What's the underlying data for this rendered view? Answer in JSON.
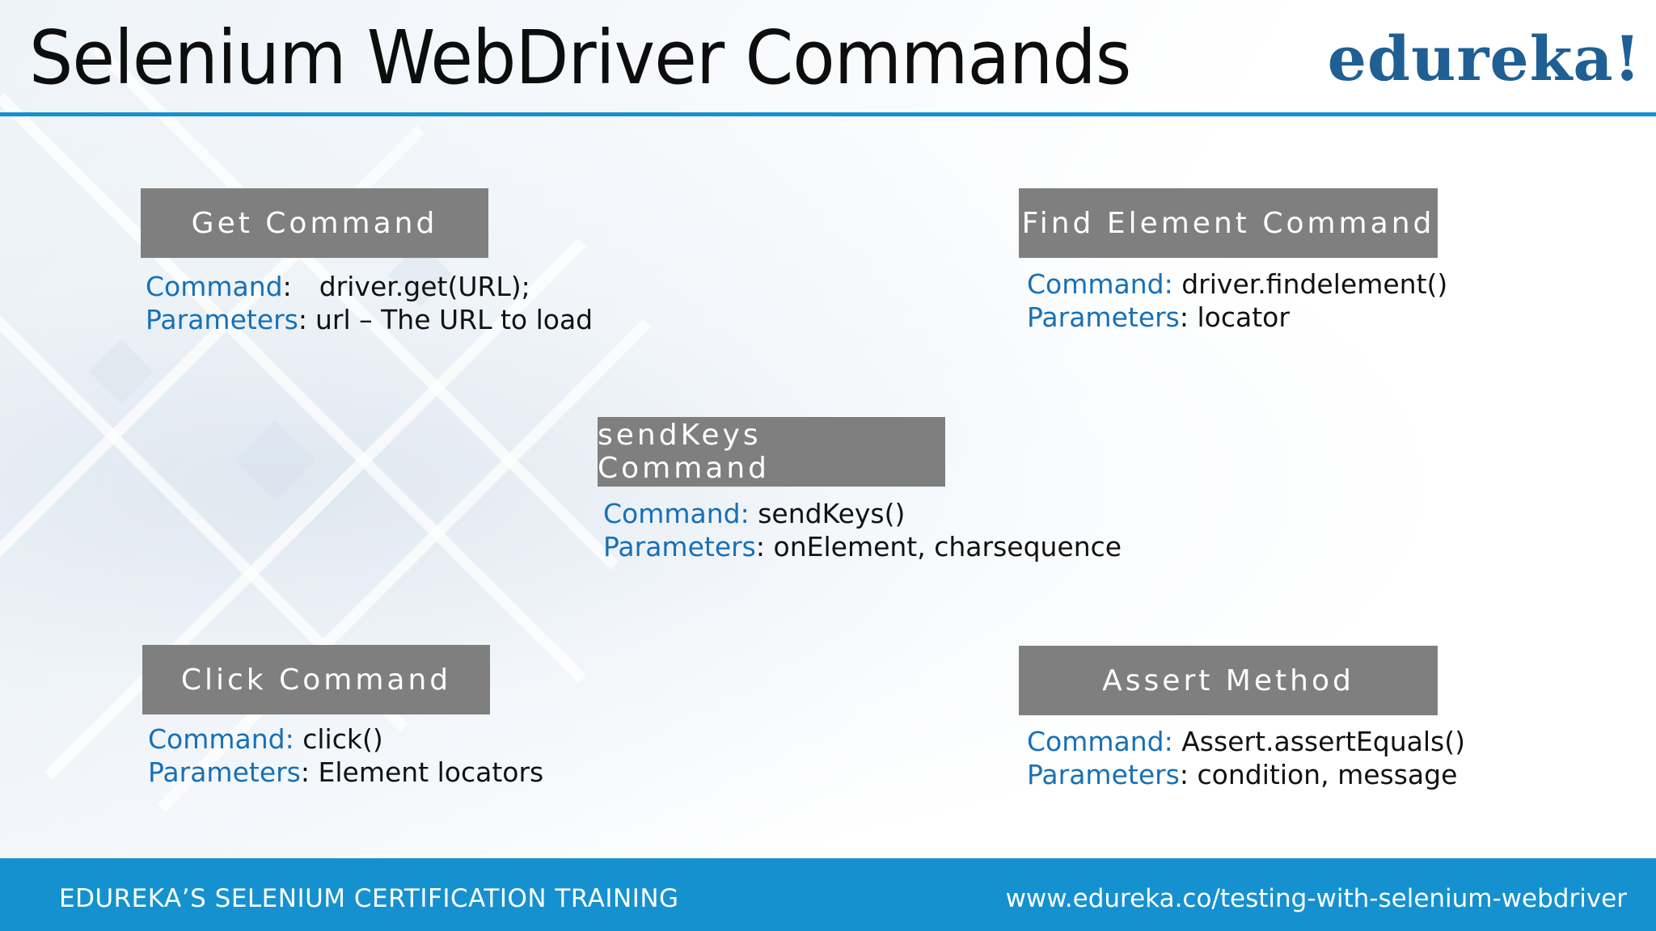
{
  "slide": {
    "title": "Selenium WebDriver Commands",
    "logo_text": "edureka!"
  },
  "colors": {
    "accent_blue": "#1591cf",
    "keyword_blue": "#1770b6",
    "header_gray": "#7f7f7f",
    "logo_blue": "#1f5f94"
  },
  "cards": [
    {
      "header": "Get Command",
      "command_label": "Command",
      "command_sep": ":",
      "command_value": "driver.get(URL);",
      "params_label": "Parameters",
      "params_sep": ":",
      "params_value": "url – The URL to load"
    },
    {
      "header": "Find Element Command",
      "command_label": "Command:",
      "command_value": "driver.findelement()",
      "params_label": "Parameters",
      "params_sep": ":",
      "params_value": "locator"
    },
    {
      "header": "sendKeys Command",
      "command_label": "Command:",
      "command_value": "sendKeys()",
      "params_label": "Parameters",
      "params_sep": ":",
      "params_value": "onElement, charsequence"
    },
    {
      "header": "Click Command",
      "command_label": "Command:",
      "command_value": "click()",
      "params_label": "Parameters",
      "params_sep": ":",
      "params_value": "Element locators"
    },
    {
      "header": "Assert Method",
      "command_label": "Command:",
      "command_value": "Assert.assertEquals()",
      "params_label": "Parameters",
      "params_sep": ":",
      "params_value": "condition, message"
    }
  ],
  "footer": {
    "left_text": "EDUREKA’S SELENIUM CERTIFICATION TRAINING",
    "right_text": "www.edureka.co/testing-with-selenium-webdriver"
  }
}
